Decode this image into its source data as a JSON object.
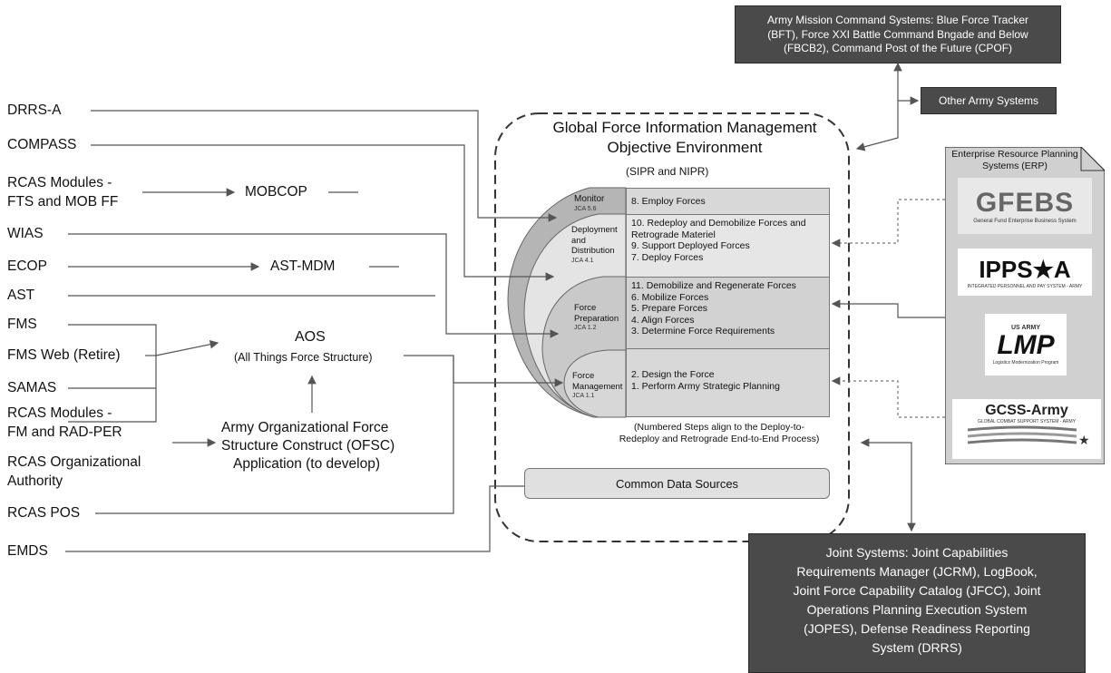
{
  "left_sources": {
    "drrs_a": "DRRS-A",
    "compass": "COMPASS",
    "rcas_fts_line1": "RCAS Modules -",
    "rcas_fts_line2": "FTS and MOB FF",
    "wias": "WIAS",
    "ecop": "ECOP",
    "ast": "AST",
    "fms": "FMS",
    "fms_web": "FMS Web (Retire)",
    "samas": "SAMAS",
    "rcas_fm_line1": "RCAS Modules -",
    "rcas_fm_line2": "FM and RAD-PER",
    "rcas_org_line1": "RCAS Organizational",
    "rcas_org_line2": "Authority",
    "rcas_pos": "RCAS POS",
    "emds": "EMDS"
  },
  "middle": {
    "mobcop": "MOBCOP",
    "ast_mdm": "AST-MDM",
    "aos_title": "AOS",
    "aos_subtitle": "(All Things Force Structure)",
    "ofsc_line1": "Army Organizational Force",
    "ofsc_line2": "Structure Construct (OFSC)",
    "ofsc_line3": "Application (to develop)"
  },
  "environment": {
    "title_line1": "Global Force Information Management",
    "title_line2": "Objective Environment",
    "networks": "(SIPR and NIPR)",
    "note_line1": "(Numbered Steps align to the Deploy-to-",
    "note_line2": "Redeploy and Retrograde End-to-End Process)",
    "common_data_sources": "Common Data Sources"
  },
  "phases": {
    "monitor": {
      "name": "Monitor",
      "jca": "JCA 5.6"
    },
    "deployment": {
      "name_line1": "Deployment",
      "name_line2": "and",
      "name_line3": "Distribution",
      "jca": "JCA 4.1"
    },
    "preparation": {
      "name_line1": "Force",
      "name_line2": "Preparation",
      "jca": "JCA 1.2"
    },
    "management": {
      "name_line1": "Force",
      "name_line2": "Management",
      "jca": "JCA 1.1"
    }
  },
  "steps": {
    "monitor": [
      "8. Employ Forces"
    ],
    "deployment": [
      "10. Redeploy and Demobilize Forces and",
      "Retrograde Materiel",
      "9. Support Deployed Forces",
      "7. Deploy Forces"
    ],
    "preparation": [
      "11. Demobilize and Regenerate Forces",
      "6. Mobilize Forces",
      "5. Prepare Forces",
      "4. Align Forces",
      "3. Determine Force Requirements"
    ],
    "management": [
      "2. Design the Force",
      "1. Perform Army Strategic Planning"
    ]
  },
  "army_mission_command": {
    "line1": "Army Mission Command Systems: Blue Force Tracker",
    "line2": "(BFT), Force XXI Battle Command Bngade and Below",
    "line3": "(FBCB2), Command Post of the Future (CPOF)"
  },
  "other_army_systems": "Other Army Systems",
  "erp": {
    "title_line1": "Enterprise Resource Planning",
    "title_line2": "Systems (ERP)",
    "gfebs": "GFEBS",
    "gfebs_sub": "General Fund Enterprise Business System",
    "ipps_a": "IPPS★A",
    "ipps_a_sub": "INTEGRATED PERSONNEL AND PAY SYSTEM - ARMY",
    "lmp_top": "US ARMY",
    "lmp": "LMP",
    "lmp_sub": "Logistics Modernization Program",
    "gcss": "GCSS-Army",
    "gcss_sub": "GLOBAL COMBAT SUPPORT SYSTEM - ARMY"
  },
  "joint_systems": {
    "line1": "Joint Systems: Joint Capabilities",
    "line2": "Requirements Manager (JCRM), LogBook,",
    "line3": "Joint Force Capability Catalog (JFCC), Joint",
    "line4": "Operations Planning Execution System",
    "line5": "(JOPES), Defense Readiness Reporting",
    "line6": "System (DRRS)"
  },
  "colors": {
    "dark_box": "#4a4a4a",
    "step_fill": "#d8d8d8",
    "line": "#555555"
  }
}
